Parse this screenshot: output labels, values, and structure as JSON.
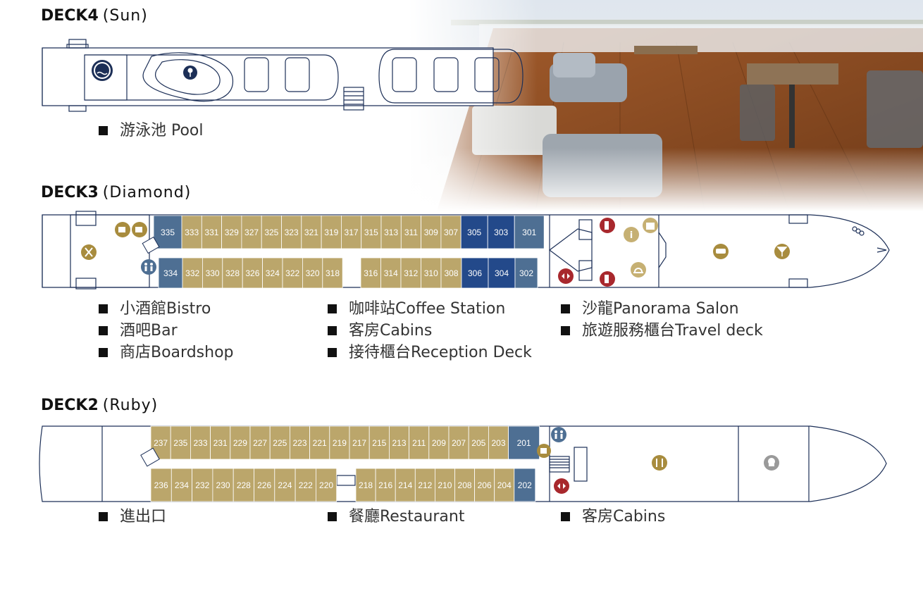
{
  "decks": {
    "deck4": {
      "code": "DECK4",
      "name": "(Sun)"
    },
    "deck3": {
      "code": "DECK3",
      "name": "(Diamond)"
    },
    "deck2": {
      "code": "DECK2",
      "name": "(Ruby)"
    }
  },
  "cabins": {
    "deck3_top": [
      "335",
      "333",
      "331",
      "329",
      "327",
      "325",
      "323",
      "321",
      "319",
      "317",
      "315",
      "313",
      "311",
      "309",
      "307",
      "305",
      "303",
      "301"
    ],
    "deck3_bottom_a": [
      "334",
      "332",
      "330",
      "328",
      "326",
      "324",
      "322",
      "320",
      "318"
    ],
    "deck3_bottom_b": [
      "316",
      "314",
      "312",
      "310",
      "308",
      "306",
      "304",
      "302"
    ],
    "deck2_top": [
      "237",
      "235",
      "233",
      "231",
      "229",
      "227",
      "225",
      "223",
      "221",
      "219",
      "217",
      "215",
      "213",
      "211",
      "209",
      "207",
      "205",
      "203",
      "201"
    ],
    "deck2_bottom_a": [
      "236",
      "234",
      "232",
      "230",
      "228",
      "226",
      "224",
      "222",
      "220"
    ],
    "deck2_bottom_b": [
      "218",
      "216",
      "214",
      "212",
      "210",
      "208",
      "206",
      "204",
      "202"
    ]
  },
  "legend": {
    "deck4": [
      "游泳池 Pool"
    ],
    "deck3_col1": [
      "小酒館Bistro",
      "酒吧Bar",
      "商店Boardshop"
    ],
    "deck3_col2": [
      "咖啡站Coffee Station",
      "客房Cabins",
      "接待櫃台Reception Deck"
    ],
    "deck3_col3": [
      "沙龍Panorama Salon",
      "旅遊服務櫃台Travel deck"
    ],
    "deck2_col1": [
      "進出口"
    ],
    "deck2_col2": [
      "餐廳Restaurant"
    ],
    "deck2_col3": [
      "客房Cabins"
    ]
  },
  "colors": {
    "cabin_gold": "#bba66b",
    "cabin_blue": "#4e6f93",
    "cabin_navy": "#23498a",
    "outline": "#1c2f57",
    "icon_gold": "#a88c3e",
    "icon_red": "#a8282d",
    "icon_gray": "#9a9a9a"
  }
}
